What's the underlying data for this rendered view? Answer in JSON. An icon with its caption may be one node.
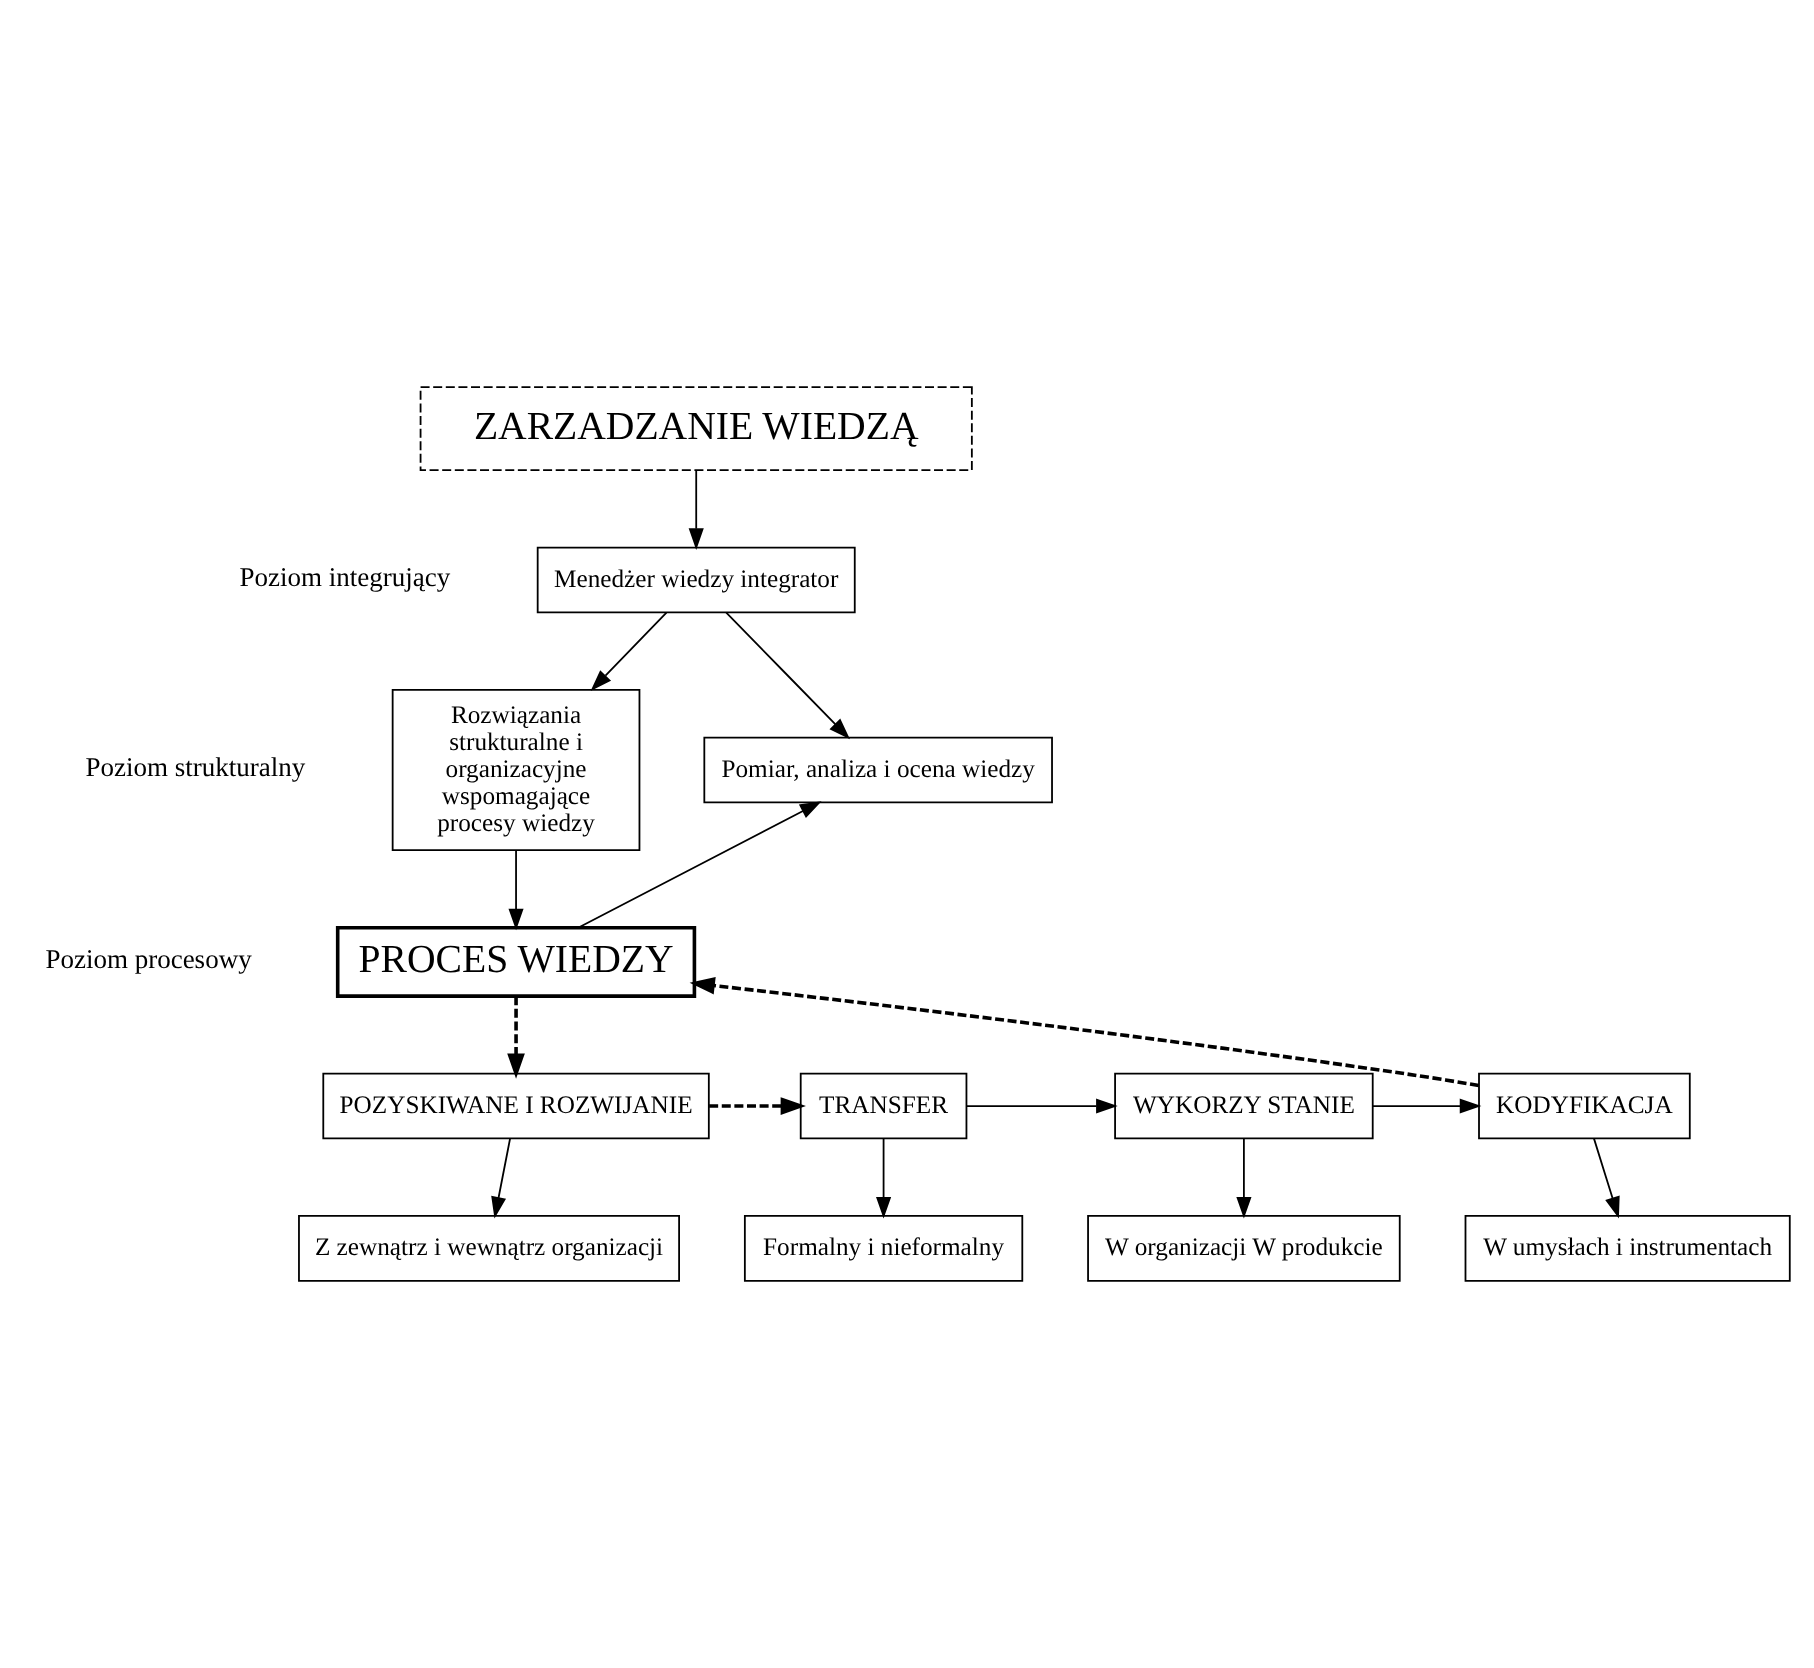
{
  "diagram": {
    "nodes": [
      {
        "text": [
          "ZARZADZANIE WIEDZĄ"
        ]
      },
      {
        "text": [
          "Menedżer wiedzy integrator"
        ]
      },
      {
        "text": [
          "Rozwiązania strukturalne i organizacyjne wspomagające procesy wiedzy"
        ]
      },
      {
        "text": [
          "Pomiar, analiza i ocena wiedzy"
        ]
      },
      {
        "text": [
          "PROCES WIEDZY"
        ]
      },
      {
        "text": [
          "POZYSKIWANE I ROZWIJANIE"
        ]
      },
      {
        "text": [
          "TRANSFER"
        ]
      },
      {
        "text": [
          "WYKORZY STANIE"
        ]
      },
      {
        "text": [
          "KODYFIKACJA"
        ]
      },
      {
        "text": [
          "Z zewnątrz i wewnątrz organizacji"
        ]
      },
      {
        "text": [
          "Formalny i nieformalny"
        ]
      },
      {
        "text": [
          "W organizacji W produkcie"
        ]
      },
      {
        "text": [
          "W umysłach i instrumentach"
        ]
      }
    ],
    "edges": [
      {
        "from": 0,
        "to": 1,
        "arrow": "to"
      },
      {
        "from": 1,
        "to": 2,
        "arrow": "to"
      },
      {
        "from": 2,
        "to": 4,
        "arrow": "to"
      },
      {
        "from": 4,
        "to": 3,
        "arrow": "to"
      },
      {
        "from": 1,
        "to": 3,
        "arrow": "to"
      },
      {
        "from": 4,
        "to": 5,
        "arrow": "to",
        "style": "dashed"
      },
      {
        "from": 8,
        "to": 4,
        "arrow": "to",
        "style": "dashed"
      },
      {
        "from": 5,
        "to": 6,
        "arrow": "to",
        "style": "dashed"
      },
      {
        "from": 6,
        "to": 7,
        "arrow": "to"
      },
      {
        "from": 7,
        "to": 8,
        "arrow": "to"
      },
      {
        "from": 5,
        "to": 9,
        "arrow": "to"
      },
      {
        "from": 6,
        "to": 10,
        "arrow": "to"
      },
      {
        "from": 7,
        "to": 11,
        "arrow": "to"
      },
      {
        "from": 8,
        "to": 12,
        "arrow": "to"
      }
    ],
    "labels": [
      "Poziom integrujący",
      "Poziom strukturalny",
      "Poziom procesowy"
    ]
  }
}
